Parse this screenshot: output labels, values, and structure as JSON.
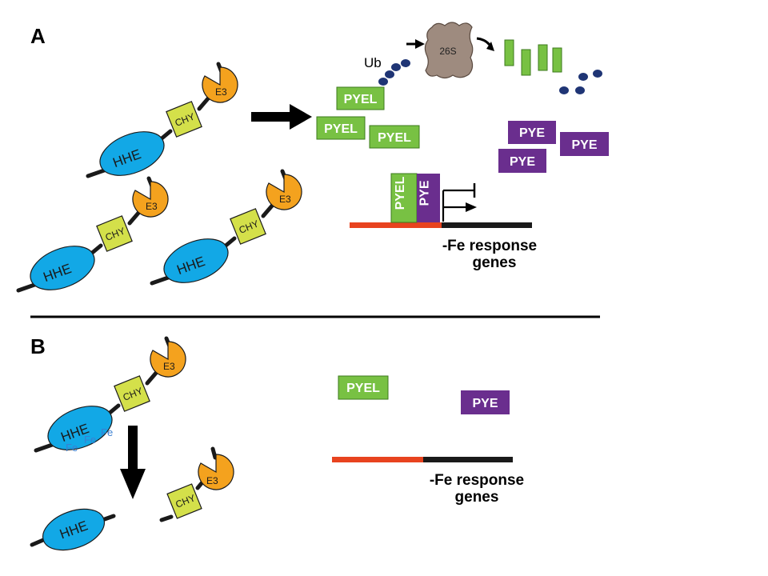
{
  "panels": {
    "a": "A",
    "b": "B"
  },
  "complex": {
    "hhe": "HHE",
    "chy": "CHY",
    "e3": "E3"
  },
  "proteins": {
    "pyel": "PYEL",
    "pye": "PYE"
  },
  "proteasome": {
    "label": "26S",
    "ub_label": "Ub"
  },
  "iron": {
    "fe": "Fe"
  },
  "gene": {
    "line1": "-Fe response",
    "line2": "genes"
  },
  "colors": {
    "hhe": "#12a8e6",
    "chy": "#d4e04a",
    "e3": "#f4a21e",
    "pyel": "#78c143",
    "pye": "#6a2e8e",
    "ub": "#1f3575",
    "proteasome": "#9e8b7f",
    "promoter": "#e8431f",
    "dna": "#1a1a1a",
    "fe": "#3a7fd0"
  }
}
